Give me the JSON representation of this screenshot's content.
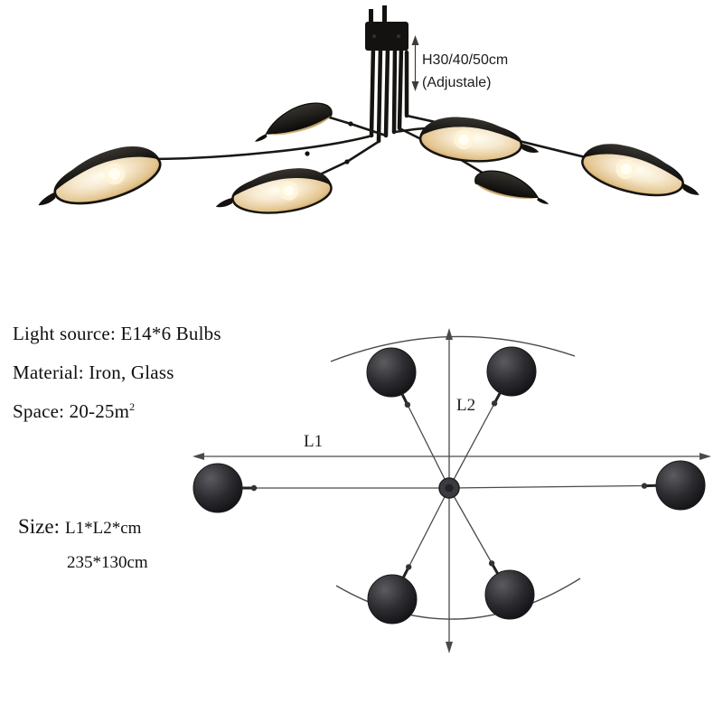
{
  "photo": {
    "annotation": {
      "height_range": "H30/40/50cm",
      "note": "(Adjustale)"
    }
  },
  "specs": {
    "light_source": "Light source: E14*6 Bulbs",
    "material": "Material: Iron, Glass",
    "space_prefix": "Space: 20-25m",
    "space_superscript": "2",
    "size_label": "Size:",
    "size_formula": "L1*L2*cm",
    "size_value": "235*130cm"
  },
  "diagram": {
    "labels": {
      "l1": "L1",
      "l2": "L2"
    }
  },
  "colors": {
    "lamp_black": "#17130f",
    "shade_interior": "#f3e3bd",
    "diagram_line": "#4a4a4a",
    "text": "#111111",
    "background": "#ffffff"
  }
}
